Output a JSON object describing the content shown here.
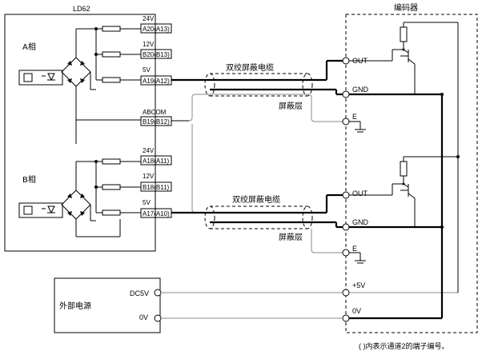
{
  "title_module": "LD62",
  "title_encoder": "编码器",
  "phase_a": "A相",
  "phase_b": "B相",
  "abcom": "ABCOM",
  "pins_a": [
    {
      "voltage": "24V",
      "pin": "A20(A13)"
    },
    {
      "voltage": "12V",
      "pin": "B20(B13)"
    },
    {
      "voltage": "5V",
      "pin": "A19(A12)"
    }
  ],
  "pin_common": "B19(B12)",
  "pins_b": [
    {
      "voltage": "24V",
      "pin": "A18(A11)"
    },
    {
      "voltage": "12V",
      "pin": "B18(B11)"
    },
    {
      "voltage": "5V",
      "pin": "A17(A10)"
    }
  ],
  "cable_label": "双绞屏蔽电缆",
  "shield_label": "屏蔽层",
  "encoder_out": "OUT",
  "encoder_gnd": "GND",
  "encoder_e": "E",
  "encoder_plus5": "+5V",
  "encoder_0v": "0V",
  "ext_power": "外部电源",
  "dc5v": "DC5V",
  "ov": "0V",
  "footnote": "(   )内表示通道2的端子编号。"
}
